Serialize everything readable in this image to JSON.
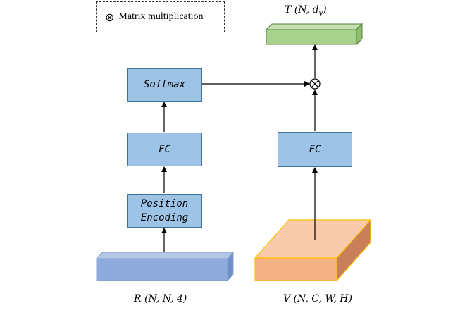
{
  "legend": {
    "symbol": "⊗",
    "text": "Matrix multiplication"
  },
  "nodes": {
    "softmax": "Softmax",
    "fc_left": "FC",
    "fc_right": "FC",
    "position_encoding_line1": "Position",
    "position_encoding_line2": "Encoding"
  },
  "inputs": {
    "r_label": "R (N, N, 4)",
    "v_label": "V (N, C, W, H)"
  },
  "output": {
    "t_label_main": "T (N, d",
    "t_label_sub": "v",
    "t_label_close": ")"
  },
  "operator": {
    "symbol": "⊗"
  },
  "colors": {
    "box_fill": "#9dc3e6",
    "box_border": "#41719c",
    "r_tensor": "#8faadc",
    "v_tensor": "#f4b183",
    "v_border": "#ffc000",
    "t_tensor": "#a9d18e"
  }
}
